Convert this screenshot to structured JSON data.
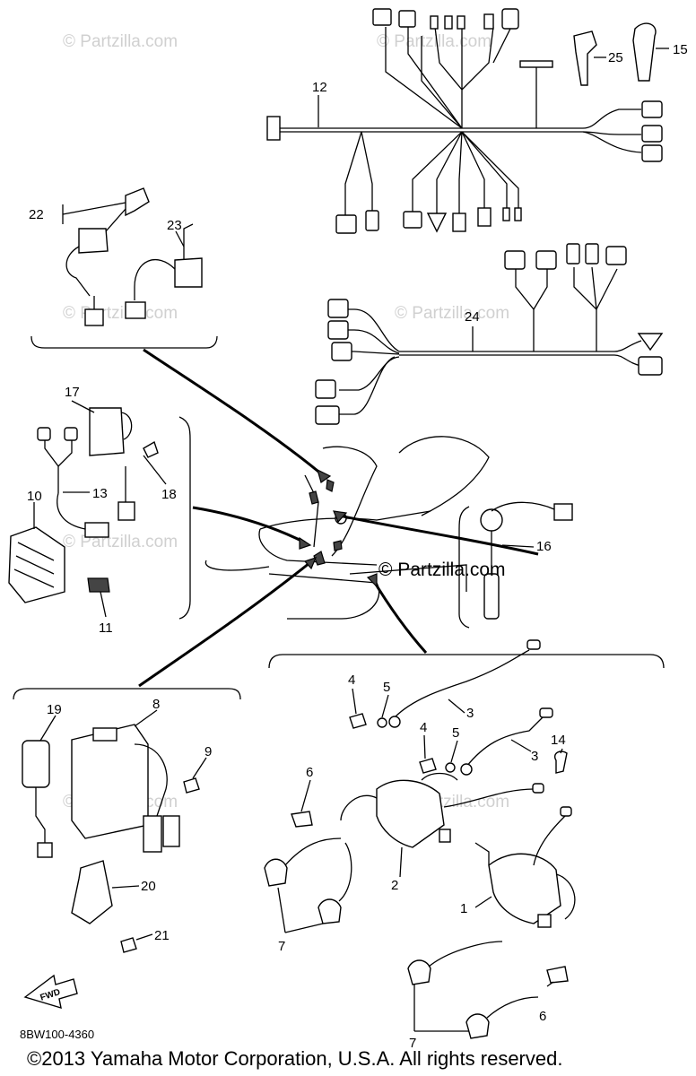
{
  "watermark": "© Partzilla.com",
  "center_watermark": "© Partzilla.com",
  "diagram_code": "8BW100-4360",
  "copyright": "©2013 Yamaha Motor Corporation, U.S.A. All rights reserved.",
  "fwd_label": "FWD",
  "callouts": {
    "c1": "1",
    "c2": "2",
    "c3a": "3",
    "c3b": "3",
    "c4a": "4",
    "c4b": "4",
    "c5a": "5",
    "c5b": "5",
    "c6a": "6",
    "c6b": "6",
    "c7a": "7",
    "c7b": "7",
    "c8": "8",
    "c9": "9",
    "c10": "10",
    "c11": "11",
    "c12": "12",
    "c13": "13",
    "c14": "14",
    "c15": "15",
    "c16": "16",
    "c17": "17",
    "c18": "18",
    "c19": "19",
    "c20": "20",
    "c21": "21",
    "c22": "22",
    "c23": "23",
    "c24": "24",
    "c25": "25"
  }
}
